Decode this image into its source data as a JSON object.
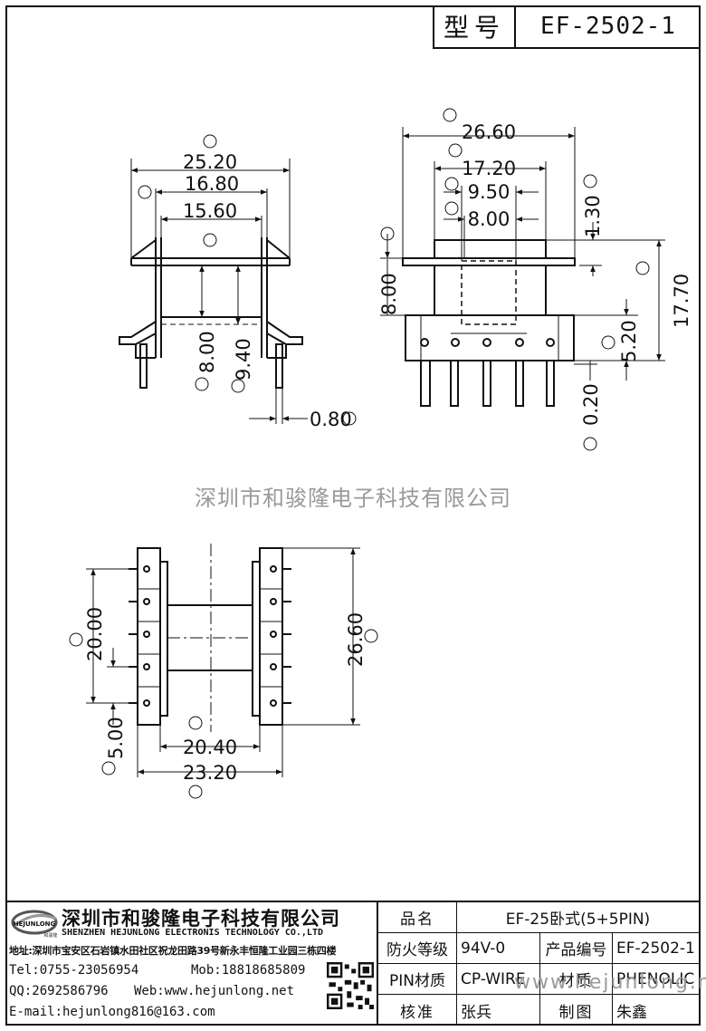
{
  "header": {
    "model_label": "型号",
    "model_value": "EF-2502-1"
  },
  "dimensions": {
    "front": {
      "A": "25.20",
      "B": "16.80",
      "C": "15.60",
      "E": "8.00",
      "D": "9.40",
      "F": "0.80"
    },
    "side": {
      "L": "26.60",
      "M": "17.20",
      "N": "9.50",
      "O": "8.00",
      "P": "1.30",
      "T": "8.00",
      "Q": "17.70",
      "S": "5.20",
      "R": "0.20"
    },
    "bottom": {
      "K": "20.00",
      "J": "5.00",
      "G": "26.60",
      "H": "20.40",
      "I": "23.20"
    }
  },
  "watermark": "深圳市和骏隆电子科技有限公司",
  "watermark2": "www.hejunlong.net",
  "company": {
    "logo_text": "HEJUNLONG",
    "logo_sub": "和骏隆",
    "cn_name": "深圳市和骏隆电子科技有限公司",
    "en_name": "SHENZHEN HEJUNLONG ELECTRONIS TECHNOLOGY CO.,LTD",
    "address": "地址:深圳市宝安区石岩镇水田社区祝龙田路39号新永丰恒隆工业园三栋四楼",
    "tel": "Tel:0755-23056954",
    "mob": "Mob:18818685809",
    "qq": "QQ:2692586796",
    "web": "Web:www.hejunlong.net",
    "email": "E-mail:hejunlong816@163.com"
  },
  "spec": {
    "name_label": "品名",
    "name_value": "EF-25卧式(5+5PIN)",
    "fire_label": "防火等级",
    "fire_value": "94V-0",
    "code_label": "产品编号",
    "code_value": "EF-2502-1",
    "pin_label": "PIN材质",
    "pin_value": "CP-WIRE",
    "mat_label": "材质",
    "mat_value": "PHENOLIC",
    "check_label": "核准",
    "check_value": "张兵",
    "draw_label": "制图",
    "draw_value": "朱鑫"
  }
}
